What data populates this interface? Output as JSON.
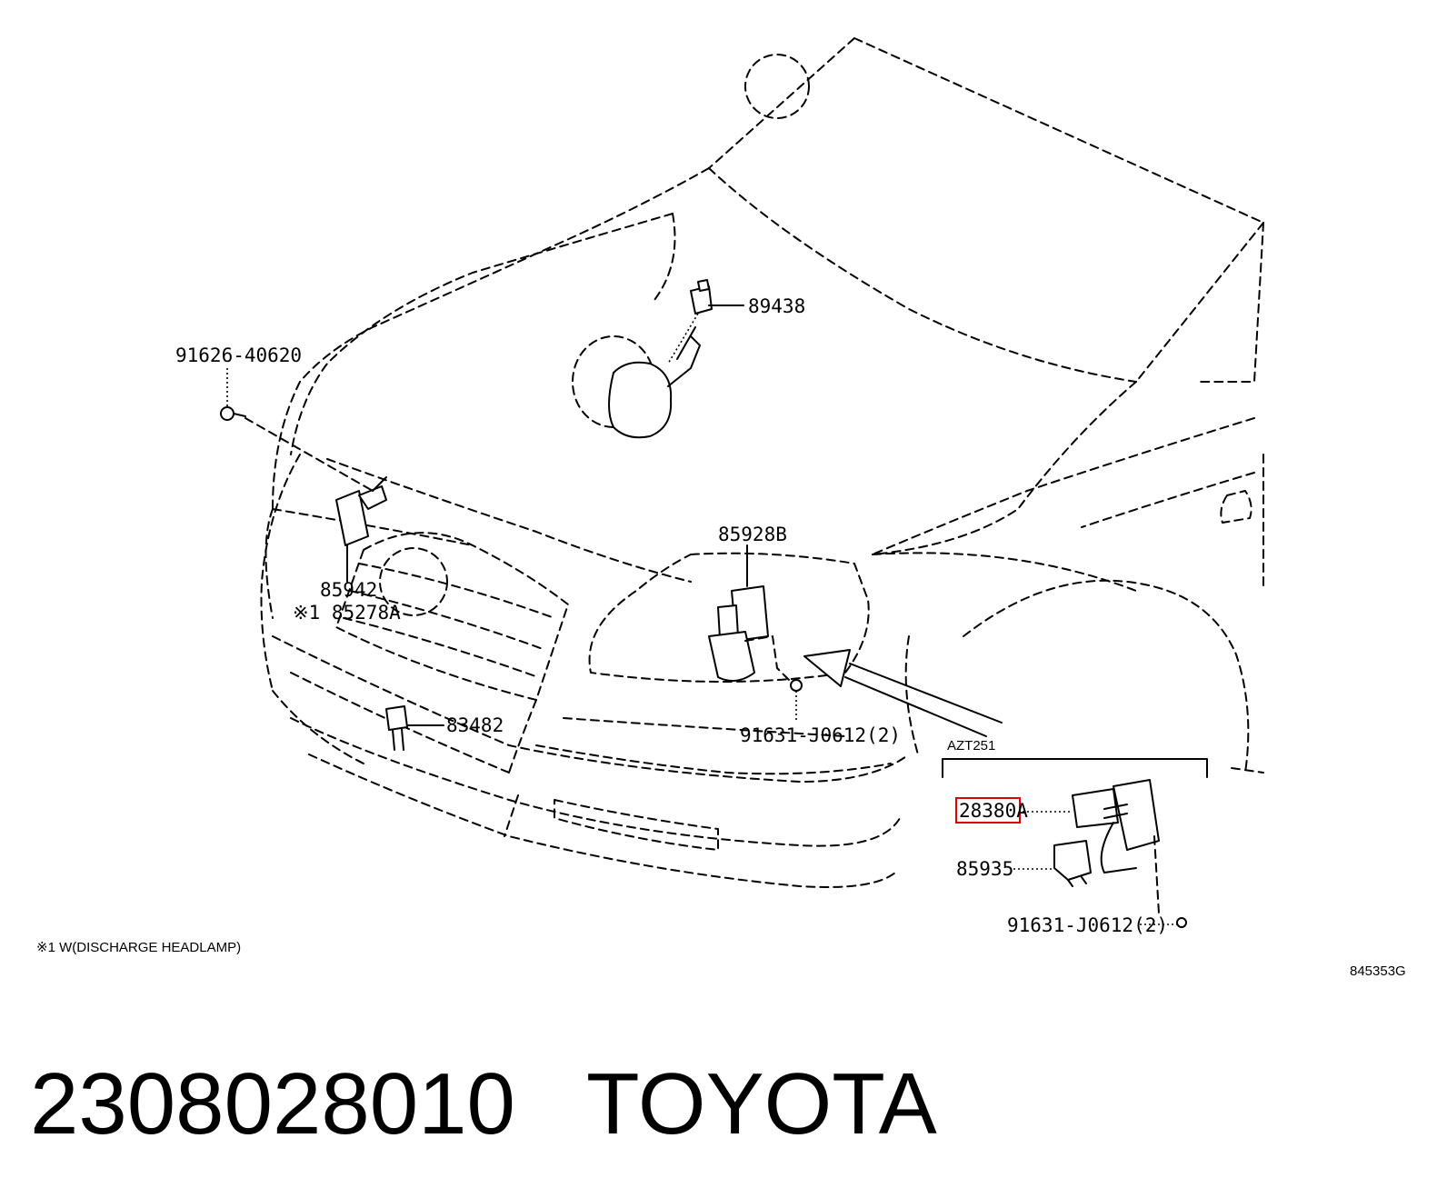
{
  "callouts": [
    {
      "id": "89438",
      "text": "89438"
    },
    {
      "id": "91626-40620",
      "text": "91626-40620"
    },
    {
      "id": "85928B",
      "text": "85928B"
    },
    {
      "id": "85942",
      "text": "85942"
    },
    {
      "id": "85278A",
      "text": "※1 85278A"
    },
    {
      "id": "83482",
      "text": "83482"
    },
    {
      "id": "91631-J0612-a",
      "text": "91631-J0612(2)"
    },
    {
      "id": "28380A",
      "text": "28380A",
      "highlighted": true
    },
    {
      "id": "85935",
      "text": "85935"
    },
    {
      "id": "91631-J0612-b",
      "text": "91631-J0612(2)"
    }
  ],
  "variant_label": "AZT251",
  "footnote": "※1 W(DISCHARGE HEADLAMP)",
  "diagram_code": "845353G",
  "part_number": "2308028010",
  "brand": "TOYOTA",
  "highlight_color": "#e00000"
}
